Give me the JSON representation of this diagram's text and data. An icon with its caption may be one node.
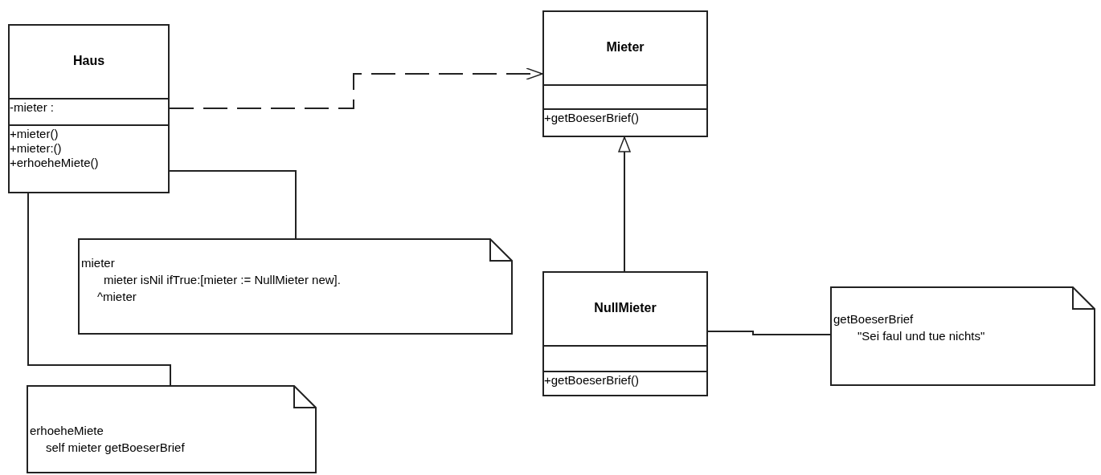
{
  "diagram": {
    "nodes": [
      {
        "text": [
          "Haus",
          "-mieter :",
          "+mieter()",
          "+mieter:()",
          "+erhoeheMiete()"
        ]
      },
      {
        "text": [
          "Mieter",
          "+getBoeserBrief()"
        ]
      },
      {
        "text": [
          "NullMieter",
          "+getBoeserBrief()"
        ]
      },
      {
        "text": [
          "mieter",
          "mieter isNil ifTrue:[mieter := NullMieter new].",
          "^mieter"
        ]
      },
      {
        "text": [
          "erhoeheMiete",
          "self mieter getBoeserBrief"
        ]
      },
      {
        "text": [
          "getBoeserBrief",
          "\"Sei faul und tue nichts\""
        ]
      }
    ],
    "edges": [
      {
        "from": 0,
        "to": 1,
        "arrow": "to",
        "style": "dashed"
      },
      {
        "from": 2,
        "to": 1,
        "arrow": "to"
      },
      {
        "from": 0,
        "to": 3,
        "arrow": "none"
      },
      {
        "from": 0,
        "to": 4,
        "arrow": "none"
      },
      {
        "from": 2,
        "to": 5,
        "arrow": "none"
      }
    ]
  }
}
